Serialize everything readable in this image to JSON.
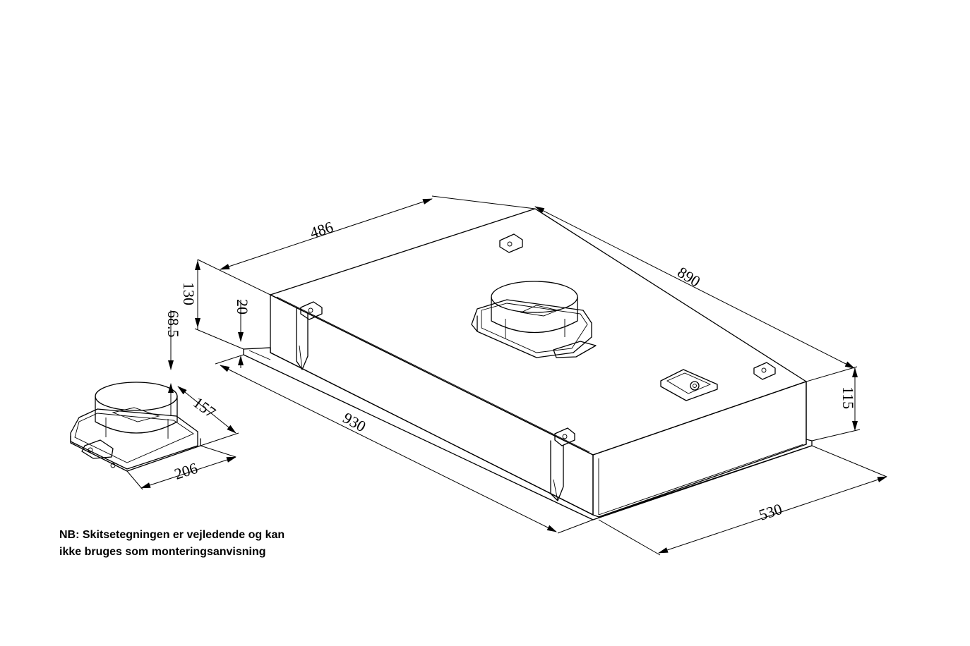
{
  "dimensions": {
    "length_top": "486",
    "depth_side": "890",
    "height_rear": "130",
    "flange": "20",
    "length_bottom": "930",
    "height_front": "115",
    "depth_bottom": "530",
    "adapter_height": "68.5",
    "adapter_depth": "157",
    "adapter_width": "206"
  },
  "note": {
    "line1": "NB: Skitsetegningen er vejledende og kan",
    "line2": "ikke bruges som monteringsanvisning"
  }
}
